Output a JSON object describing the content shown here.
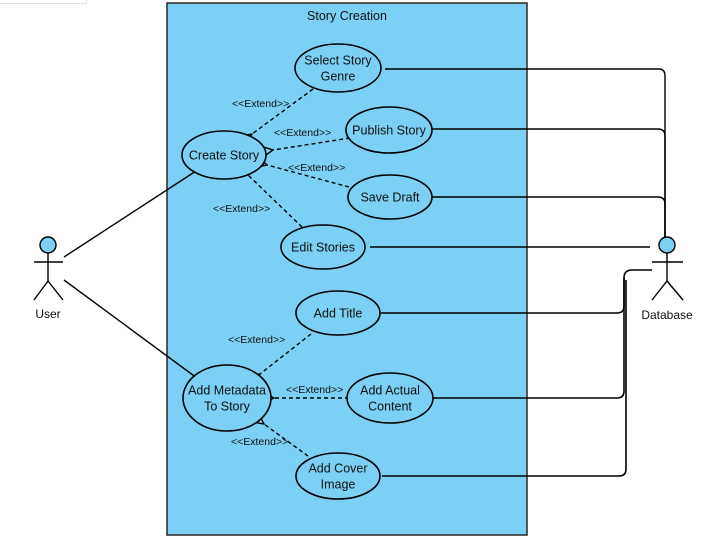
{
  "colors": {
    "boundary_fill": "#7ccff5",
    "boundary_stroke": "#333333",
    "usecase_fill": "#7ccff5",
    "actor_head_fill": "#7ccff5",
    "line": "#000000"
  },
  "system": {
    "title": "Story Creation"
  },
  "actors": [
    {
      "id": "user",
      "label": "User",
      "icon": "stick-figure-icon"
    },
    {
      "id": "database",
      "label": "Database",
      "icon": "stick-figure-icon"
    }
  ],
  "use_cases": [
    {
      "id": "select-story-genre",
      "lines": [
        "Select Story",
        "Genre"
      ]
    },
    {
      "id": "create-story",
      "lines": [
        "Create Story"
      ]
    },
    {
      "id": "publish-story",
      "lines": [
        "Publish Story"
      ]
    },
    {
      "id": "save-draft",
      "lines": [
        "Save Draft"
      ]
    },
    {
      "id": "edit-stories",
      "lines": [
        "Edit Stories"
      ]
    },
    {
      "id": "add-title",
      "lines": [
        "Add Title"
      ]
    },
    {
      "id": "add-metadata",
      "lines": [
        "Add Metadata",
        "To Story"
      ]
    },
    {
      "id": "add-actual-content",
      "lines": [
        "Add Actual",
        "Content"
      ]
    },
    {
      "id": "add-cover-image",
      "lines": [
        "Add Cover",
        "Image"
      ]
    }
  ],
  "extend_relations": [
    {
      "from": "select-story-genre",
      "to": "create-story",
      "label": "<<Extend>>"
    },
    {
      "from": "publish-story",
      "to": "create-story",
      "label": "<<Extend>>"
    },
    {
      "from": "save-draft",
      "to": "create-story",
      "label": "<<Extend>>"
    },
    {
      "from": "edit-stories",
      "to": "create-story",
      "label": "<<Extend>>"
    },
    {
      "from": "add-title",
      "to": "add-metadata",
      "label": "<<Extend>>"
    },
    {
      "from": "add-actual-content",
      "to": "add-metadata",
      "label": "<<Extend>>"
    },
    {
      "from": "add-cover-image",
      "to": "add-metadata",
      "label": "<<Extend>>"
    }
  ],
  "associations": [
    {
      "from": "user",
      "to": "create-story"
    },
    {
      "from": "user",
      "to": "add-metadata"
    },
    {
      "from": "select-story-genre",
      "to": "database"
    },
    {
      "from": "publish-story",
      "to": "database"
    },
    {
      "from": "save-draft",
      "to": "database"
    },
    {
      "from": "edit-stories",
      "to": "database"
    },
    {
      "from": "add-title",
      "to": "database"
    },
    {
      "from": "add-actual-content",
      "to": "database"
    },
    {
      "from": "add-cover-image",
      "to": "database"
    }
  ]
}
